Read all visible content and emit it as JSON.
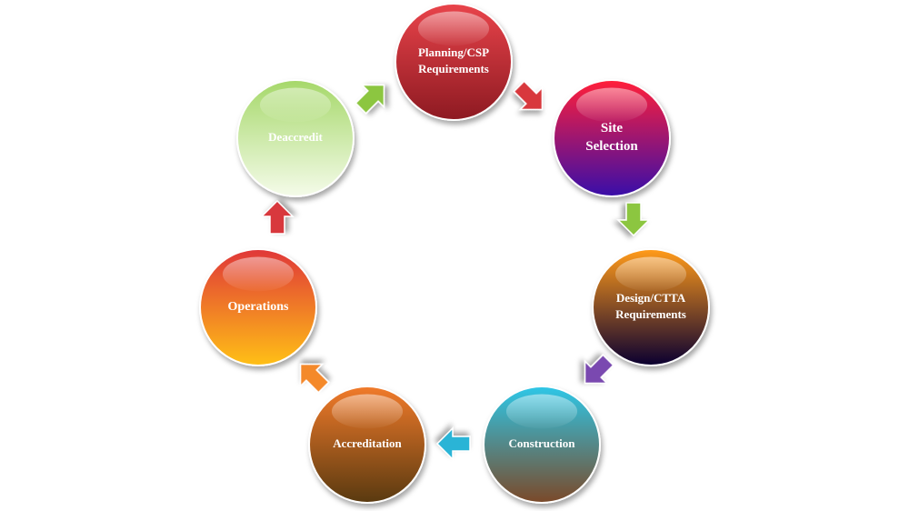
{
  "diagram": {
    "type": "cycle",
    "nodes": [
      {
        "id": "planning",
        "lines": [
          "Planning/CSP",
          "Requirements"
        ],
        "color_top": "#e8434a",
        "color_bottom": "#8e1a22"
      },
      {
        "id": "site-selection",
        "lines": [
          "Site",
          "Selection"
        ],
        "color_top": "#ff1f3a",
        "color_bottom": "#3a0ea8"
      },
      {
        "id": "design",
        "lines": [
          "Design/CTTA",
          "Requirements"
        ],
        "color_top": "#ff9a1a",
        "color_bottom": "#0b0030"
      },
      {
        "id": "construction",
        "lines": [
          "Construction"
        ],
        "color_top": "#2ec6e6",
        "color_bottom": "#7a4a2a"
      },
      {
        "id": "accreditation",
        "lines": [
          "Accreditation"
        ],
        "color_top": "#f07a2a",
        "color_bottom": "#5a3a10"
      },
      {
        "id": "operations",
        "lines": [
          "Operations"
        ],
        "color_top": "#e03838",
        "color_bottom": "#ffbf16"
      },
      {
        "id": "deaccredit",
        "lines": [
          "Deaccredit"
        ],
        "color_top": "#a6d86a",
        "color_bottom": "#f4fbe8"
      }
    ],
    "arrows": [
      {
        "from": "planning",
        "to": "site-selection",
        "color": "#d8383e"
      },
      {
        "from": "site-selection",
        "to": "design",
        "color": "#8cc63f"
      },
      {
        "from": "design",
        "to": "construction",
        "color": "#7a4ab0"
      },
      {
        "from": "construction",
        "to": "accreditation",
        "color": "#2bb4d6"
      },
      {
        "from": "accreditation",
        "to": "operations",
        "color": "#f4892a"
      },
      {
        "from": "operations",
        "to": "deaccredit",
        "color": "#d8383e"
      },
      {
        "from": "deaccredit",
        "to": "planning",
        "color": "#8cc63f"
      }
    ]
  }
}
